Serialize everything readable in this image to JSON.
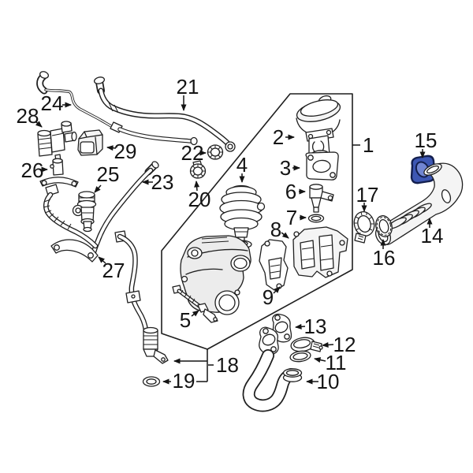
{
  "diagram": {
    "kind": "exploded-parts-diagram",
    "background_color": "#ffffff",
    "line_color": "#1f1f1f",
    "label_color": "#141414",
    "highlighted_part": {
      "id": "15",
      "body_color": "#3d57b3",
      "hole_color": "#7186d2",
      "outline_color": "#131f4e"
    },
    "callouts": [
      {
        "label": "1"
      },
      {
        "label": "2"
      },
      {
        "label": "3"
      },
      {
        "label": "4"
      },
      {
        "label": "5"
      },
      {
        "label": "6"
      },
      {
        "label": "7"
      },
      {
        "label": "8"
      },
      {
        "label": "9"
      },
      {
        "label": "10"
      },
      {
        "label": "11"
      },
      {
        "label": "12"
      },
      {
        "label": "13"
      },
      {
        "label": "14"
      },
      {
        "label": "15"
      },
      {
        "label": "16"
      },
      {
        "label": "17"
      },
      {
        "label": "18"
      },
      {
        "label": "19"
      },
      {
        "label": "20"
      },
      {
        "label": "21"
      },
      {
        "label": "22"
      },
      {
        "label": "23"
      },
      {
        "label": "24"
      },
      {
        "label": "25"
      },
      {
        "label": "26"
      },
      {
        "label": "27"
      },
      {
        "label": "28"
      },
      {
        "label": "29"
      }
    ]
  }
}
